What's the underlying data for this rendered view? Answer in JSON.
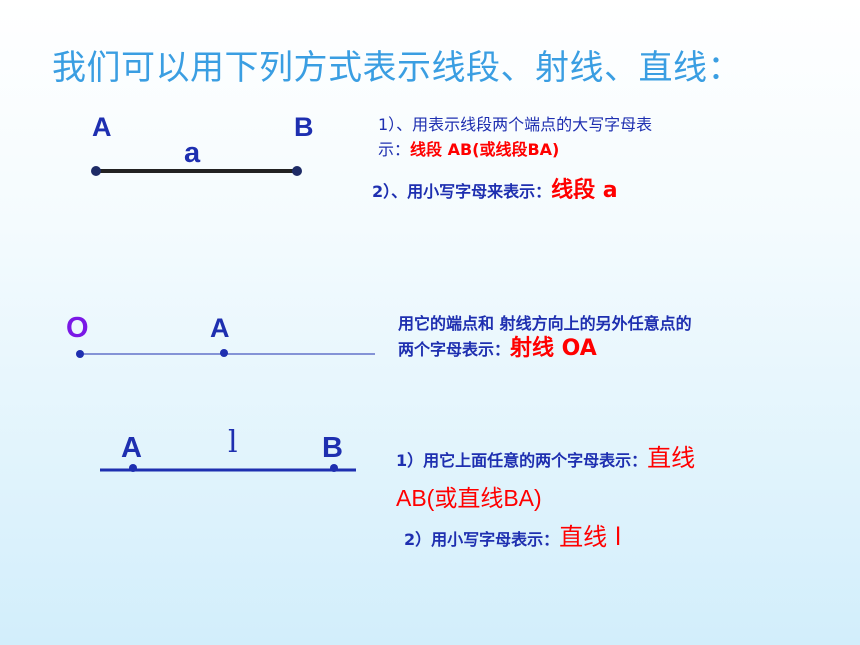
{
  "title": "我们可以用下列方式表示线段、射线、直线：",
  "segment": {
    "label_A": "A",
    "label_B": "B",
    "label_a": "a",
    "desc1_prefix": "1）、用表示线段两个端点的大写字母表",
    "desc1_cont": "示：",
    "desc1_red": "线段 AB(或线段BA)",
    "desc2_prefix": "2）、用小写字母来表示：",
    "desc2_red": "线段 a"
  },
  "ray": {
    "label_O": "O",
    "label_A": "A",
    "desc_line1": "用它的端点和 射线方向上的另外任意点的",
    "desc_line2_prefix": "两个字母表示：",
    "desc_red": "射线 OA"
  },
  "line": {
    "label_A": "A",
    "label_l": "l",
    "label_B": "B",
    "desc1_prefix": "1）用它上面任意的两个字母表示：",
    "desc1_red_a": "直线",
    "desc1_red_b": "AB(或直线BA)",
    "desc2_prefix": "2）用小写字母表示：",
    "desc2_red": "直线 l"
  },
  "colors": {
    "title": "#3a9ee2",
    "point_label": "#1e2fb0",
    "highlight": "#ff0000",
    "ray_origin": "#7a18e6"
  }
}
